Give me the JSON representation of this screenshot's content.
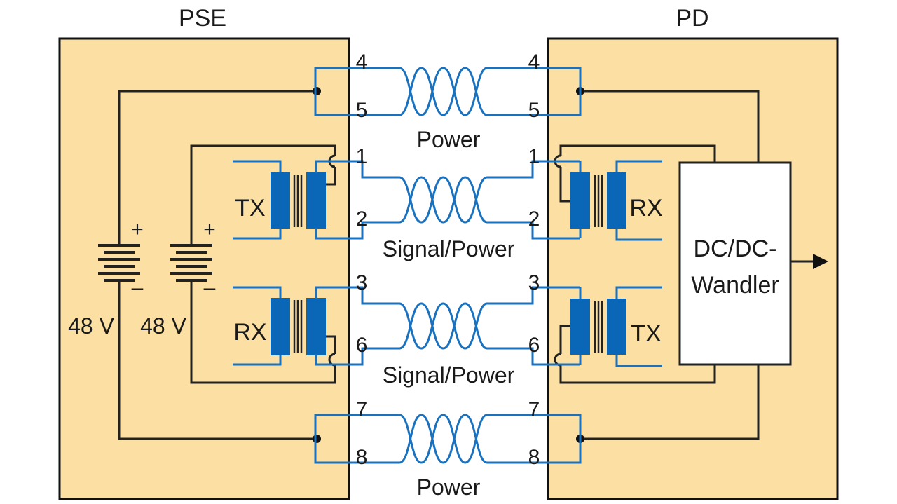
{
  "diagram": {
    "title": "Power over Ethernet (PoE) - PSE to PD wiring",
    "pse": {
      "label": "PSE",
      "color": "#fbdfa3"
    },
    "pd": {
      "label": "PD",
      "color": "#fbdfa3"
    },
    "wire_color": "#1a72bf",
    "coil_color": "#0a67b8",
    "batteries": [
      {
        "voltage": "48 V",
        "plus": "+",
        "minus": "–"
      },
      {
        "voltage": "48 V",
        "plus": "+",
        "minus": "–"
      }
    ],
    "pairs": [
      {
        "pins": [
          "4",
          "5"
        ],
        "caption": "Power"
      },
      {
        "pins": [
          "1",
          "2"
        ],
        "caption": "Signal/Power"
      },
      {
        "pins": [
          "3",
          "6"
        ],
        "caption": "Signal/Power"
      },
      {
        "pins": [
          "7",
          "8"
        ],
        "caption": "Power"
      }
    ],
    "pse_transformers": [
      {
        "label": "TX"
      },
      {
        "label": "RX"
      }
    ],
    "pd_transformers": [
      {
        "label": "RX"
      },
      {
        "label": "TX"
      }
    ],
    "converter": {
      "line1": "DC/DC-",
      "line2": "Wandler"
    }
  }
}
